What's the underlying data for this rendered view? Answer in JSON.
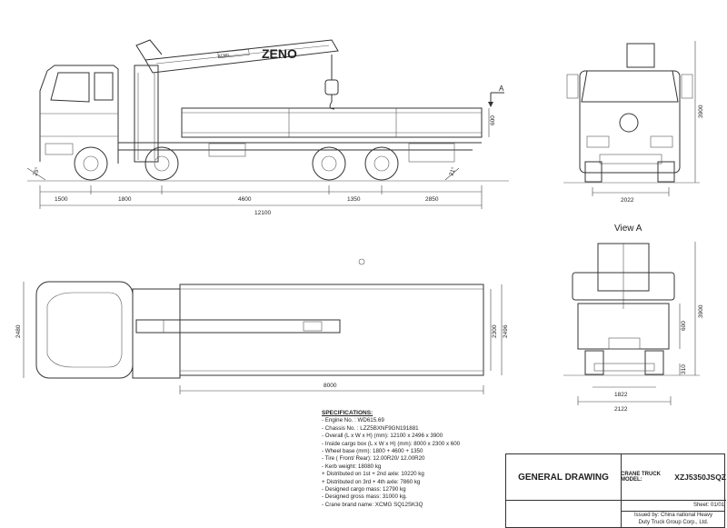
{
  "brand": "ZENO",
  "boom_plate": "XCMG",
  "view_label": "View A",
  "section_label": "A",
  "dims": {
    "front_overhang": "1500",
    "wb1": "1800",
    "wb2": "4600",
    "wb3": "1350",
    "rear_overhang": "2850",
    "overall_length": "12100",
    "cargo_length": "8000",
    "front_width": "2022",
    "front_height": "3900",
    "rear_height": "3900",
    "side_panel": "600",
    "viewA_panel": "600",
    "viewA_ground": "310",
    "viewA_track": "1822",
    "viewA_width": "2122",
    "plan_width": "2480",
    "plan_inside": "2300",
    "plan_overall": "2496",
    "approach_angle": "25°",
    "departure_angle": "21°"
  },
  "specs": {
    "title": "SPECIFICATIONS:",
    "lines": [
      "- Engine No. : WD615.69",
      "- Chassis No. : LZZ5BXNF9GN191881",
      "- Overall (L x W x H) (mm): 12100 x 2496 x 3900",
      "- Inside cargo box (L x W x H) (mm): 8000 x 2300 x 600",
      "- Wheel base (mm): 1800 + 4600 + 1350",
      "- Tire ( Front/ Rear): 12.00R20/ 12.00R20",
      "- Kerb weight: 18080 kg",
      "   +   Distributed on 1st + 2nd axle: 10220 kg",
      "   +   Distributed on 3rd + 4th axle:   7860 kg",
      "- Designed cargo mass: 12790 kg",
      "- Designed gross mass: 31000 kg.",
      "- Crane brand name: XCMG SQ12SK3Q"
    ]
  },
  "title_block": {
    "drawing_title": "GENERAL DRAWING",
    "model_label": "CRANE TRUCK MODEL:",
    "model_value": "XZJ5350JSQZ",
    "sheet": "Sheet: 01/01",
    "issued_line1": "Issued by: China national Heavy",
    "issued_line2": "Duty Truck Group Corp., Ltd."
  }
}
